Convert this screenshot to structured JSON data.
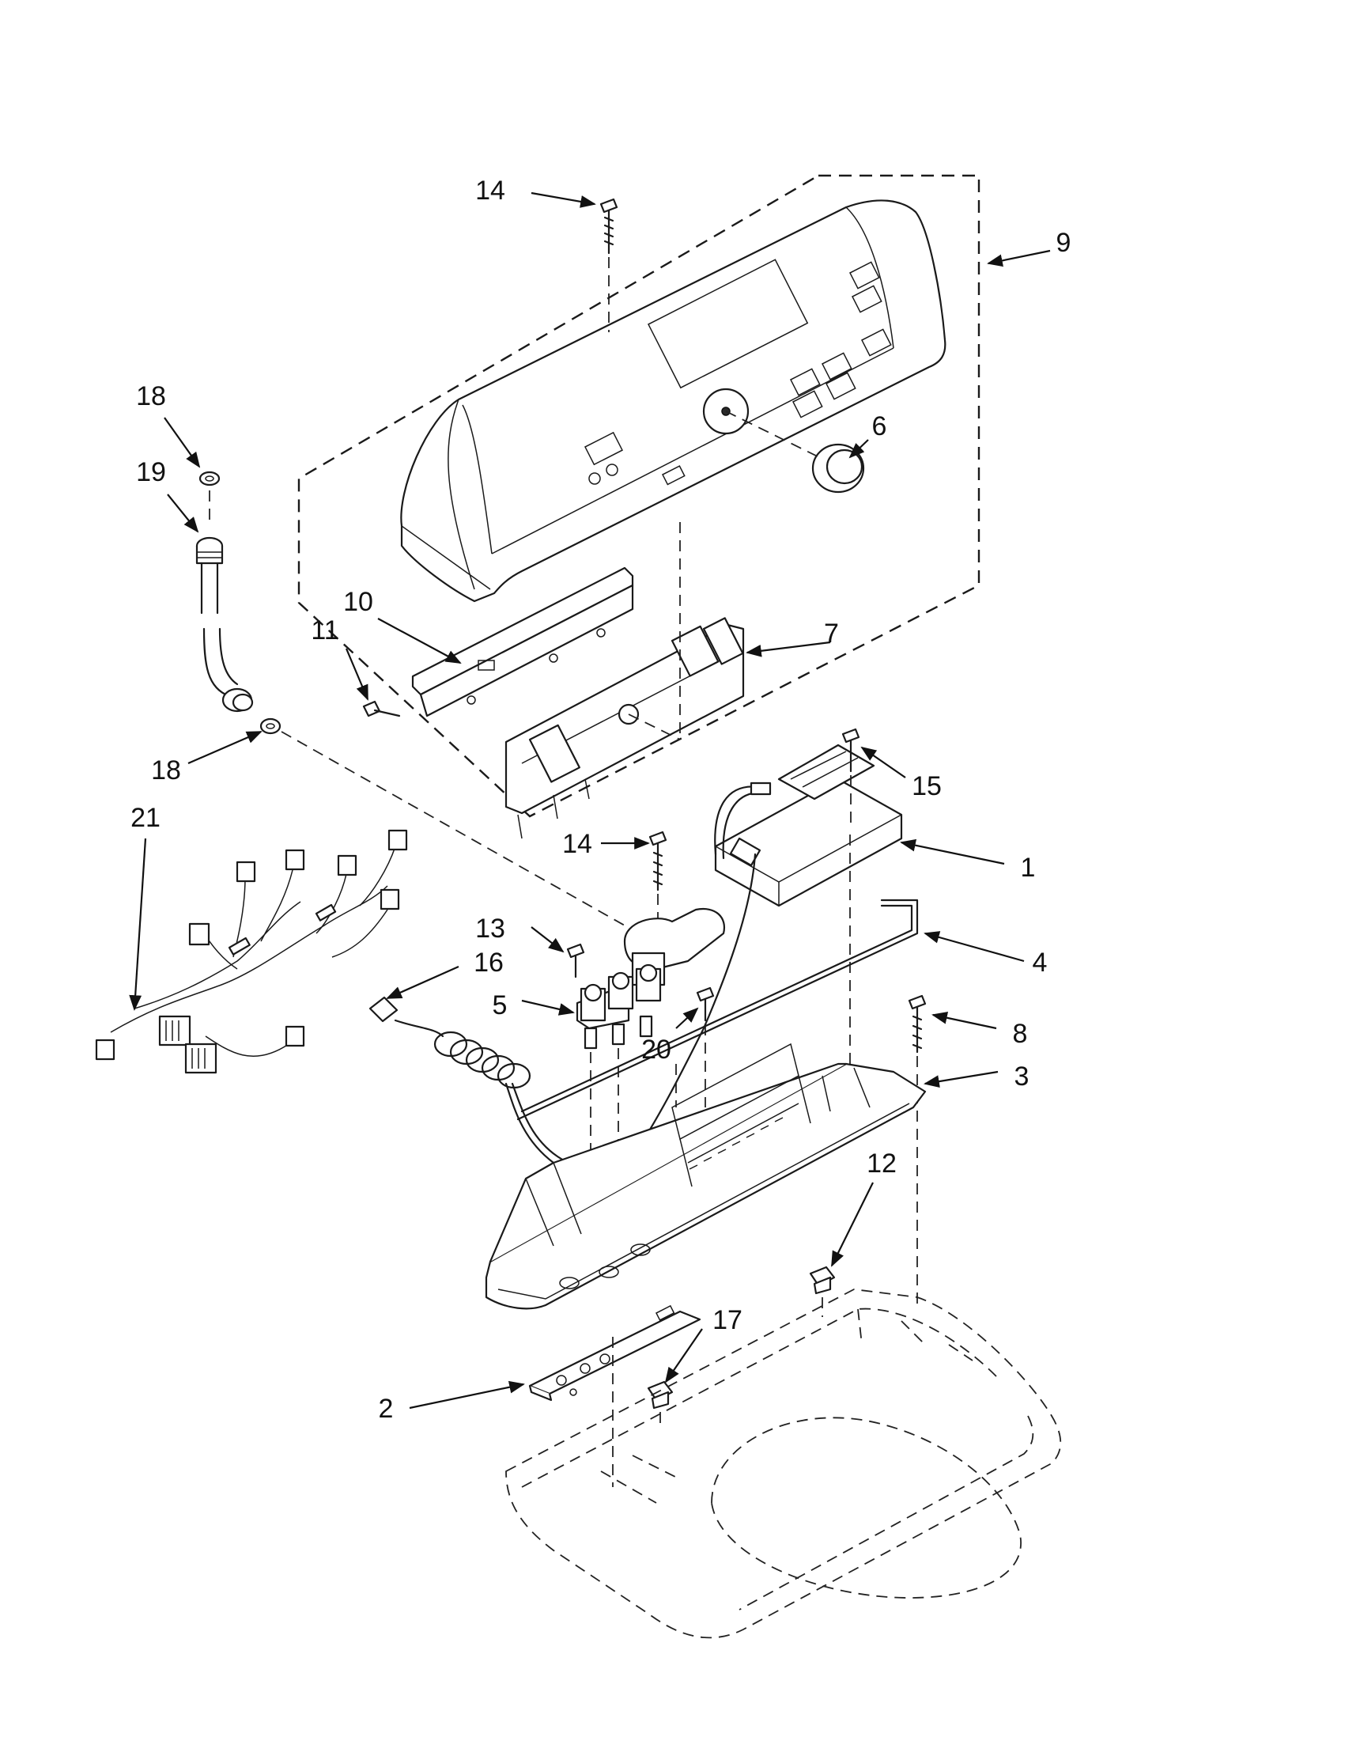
{
  "callouts": [
    {
      "name": "callout-14-top",
      "label": "14"
    },
    {
      "name": "callout-9",
      "label": "9"
    },
    {
      "name": "callout-18-top",
      "label": "18"
    },
    {
      "name": "callout-19",
      "label": "19"
    },
    {
      "name": "callout-6",
      "label": "6"
    },
    {
      "name": "callout-10",
      "label": "10"
    },
    {
      "name": "callout-11",
      "label": "11"
    },
    {
      "name": "callout-7",
      "label": "7"
    },
    {
      "name": "callout-18-bottom",
      "label": "18"
    },
    {
      "name": "callout-15",
      "label": "15"
    },
    {
      "name": "callout-21",
      "label": "21"
    },
    {
      "name": "callout-14-mid",
      "label": "14"
    },
    {
      "name": "callout-1",
      "label": "1"
    },
    {
      "name": "callout-13",
      "label": "13"
    },
    {
      "name": "callout-4",
      "label": "4"
    },
    {
      "name": "callout-16",
      "label": "16"
    },
    {
      "name": "callout-5",
      "label": "5"
    },
    {
      "name": "callout-20",
      "label": "20"
    },
    {
      "name": "callout-8",
      "label": "8"
    },
    {
      "name": "callout-3",
      "label": "3"
    },
    {
      "name": "callout-12",
      "label": "12"
    },
    {
      "name": "callout-17",
      "label": "17"
    },
    {
      "name": "callout-2",
      "label": "2"
    }
  ]
}
